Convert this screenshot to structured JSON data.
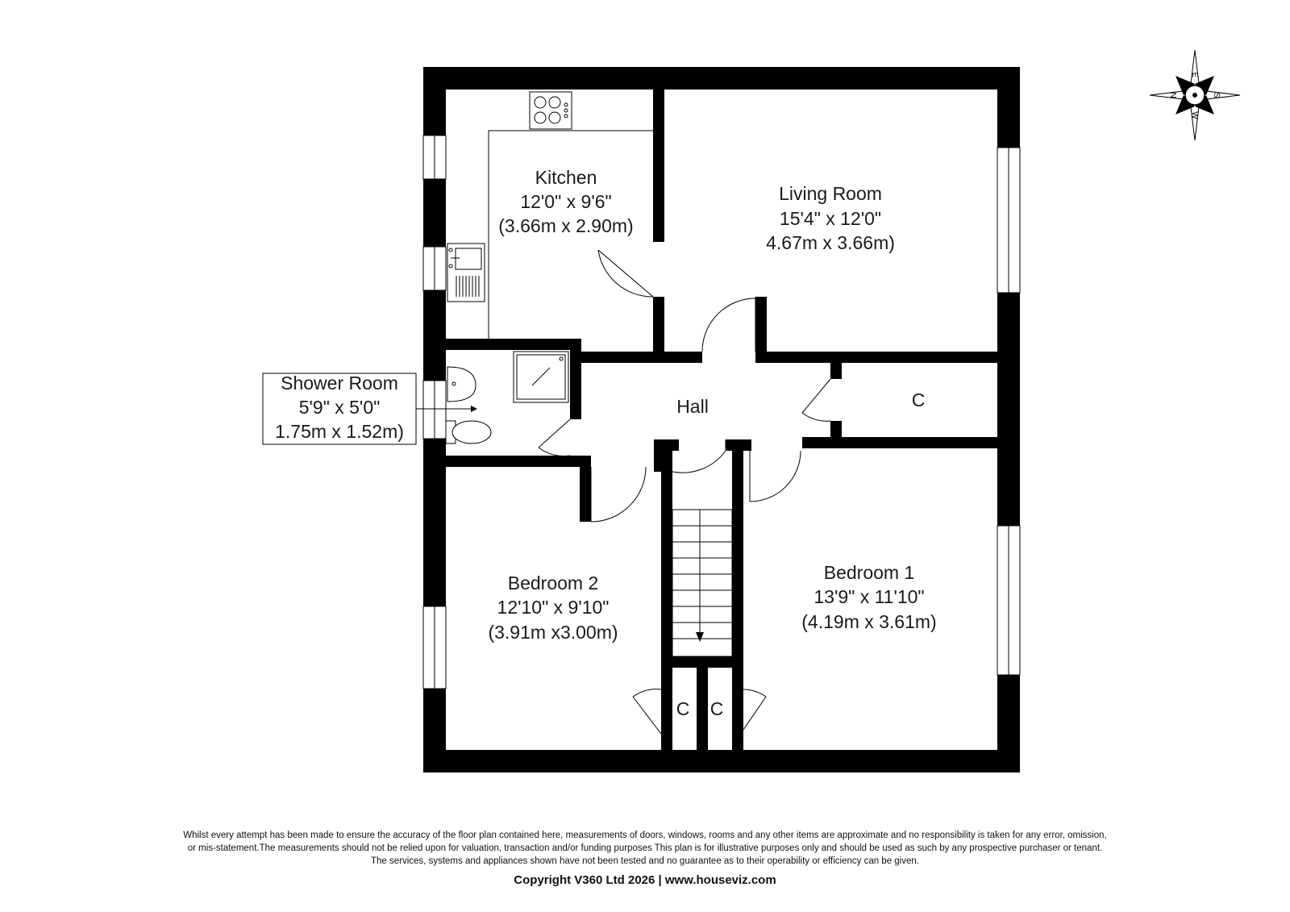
{
  "rooms": {
    "kitchen": {
      "name": "Kitchen",
      "size_imperial": "12'0\" x 9'6\"",
      "size_metric": "(3.66m x 2.90m)"
    },
    "living_room": {
      "name": "Living Room",
      "size_imperial": "15'4\" x 12'0\"",
      "size_metric": "4.67m x 3.66m)"
    },
    "shower_room": {
      "name": "Shower Room",
      "size_imperial": "5'9\" x 5'0\"",
      "size_metric": "1.75m x 1.52m)"
    },
    "hall": {
      "name": "Hall"
    },
    "bedroom_1": {
      "name": "Bedroom 1",
      "size_imperial": "13'9\" x 11'10\"",
      "size_metric": "(4.19m x 3.61m)"
    },
    "bedroom_2": {
      "name": "Bedroom 2",
      "size_imperial": "12'10\" x 9'10\"",
      "size_metric": "(3.91m x3.00m)"
    },
    "closet_label": "C"
  },
  "compass": {
    "labels": [
      "E",
      "S",
      "W",
      "N"
    ]
  },
  "footer": {
    "disclaimer_line1": "Whilst every attempt has been made to ensure the accuracy of the floor plan contained here, measurements of doors, windows, rooms and any other items are approximate and no responsibility is taken for any error, omission,",
    "disclaimer_line2": "or mis-statement.The measurements should not be relied upon for valuation, transaction and/or funding purposes This plan is for illustrative purposes only and should be used as such by any prospective purchaser or tenant.",
    "disclaimer_line3": "The services, systems and appliances shown have not been tested and no guarantee as to their operability or efficiency can be given.",
    "copyright": "Copyright V360 Ltd 2026 | www.houseviz.com"
  }
}
